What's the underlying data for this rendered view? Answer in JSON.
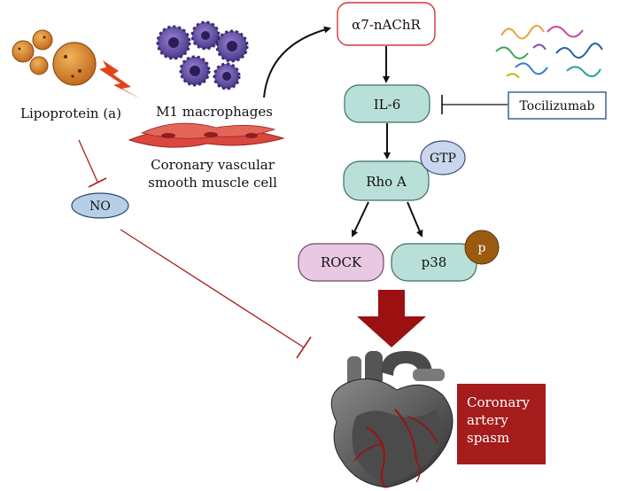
{
  "labels": {
    "lipoprotein": "Lipoprotein (a)",
    "macrophages": "M1 macrophages",
    "smooth_muscle_line1": "Coronary vascular",
    "smooth_muscle_line2": "smooth muscle cell",
    "no": "NO",
    "a7nachr": "α7-nAChR",
    "il6": "IL-6",
    "tocilizumab": "Tocilizumab",
    "gtp": "GTP",
    "rhoa": "Rho A",
    "rock": "ROCK",
    "p38": "p38",
    "p": "p",
    "spasm_line1": "Coronary",
    "spasm_line2": "artery",
    "spasm_line3": "spasm"
  },
  "icons": [
    "lipoprotein-particles-icon",
    "lightning-icon",
    "macrophage-cells-icon",
    "smooth-muscle-cells-icon",
    "protein-structure-icon",
    "heart-icon"
  ],
  "colors": {
    "teal_node": "#b8e0d8",
    "lavender_node": "#c9d6ee",
    "pink_node": "#e8c8e2",
    "blue_node": "#b6cfe8",
    "brown_p": "#9a5b10",
    "inhibit_red": "#a8201f",
    "big_arrow": "#9b1112",
    "spasm_box": "#a51c1d",
    "tocilizumab_border": "#2a5a8c",
    "a7_border": "#d4373a"
  }
}
